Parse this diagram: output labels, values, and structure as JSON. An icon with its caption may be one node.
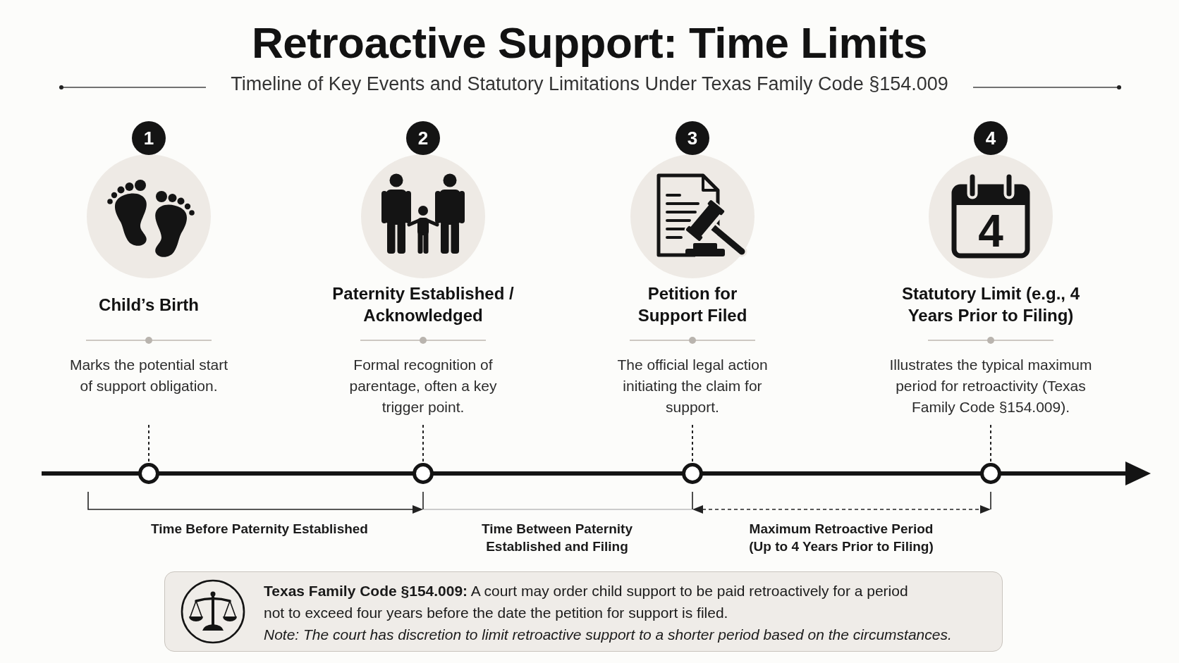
{
  "diagram": {
    "title": "Retroactive Support: Time Limits",
    "nodes": [
      {
        "text": [
          "1"
        ]
      },
      {
        "text": [
          "Child’s Birth",
          "Marks the potential start of support obligation."
        ]
      },
      {
        "text": [
          "2"
        ]
      },
      {
        "text": [
          "Paternity Established / Acknowledged",
          "Formal recognition of parentage, often a key trigger point."
        ]
      },
      {
        "text": [
          "3"
        ]
      },
      {
        "text": [
          "Petition for Support Filed",
          "The official legal action initiating the claim for support."
        ]
      },
      {
        "text": [
          "4"
        ]
      },
      {
        "text": [
          "Statutory Limit (e.g., 4 Years Prior to Filing)",
          "Illustrates the typical maximum period for retroactivity (Texas Family Code §154.009)."
        ]
      },
      {
        "text": [],
        "shape": "circle"
      },
      {
        "text": [],
        "shape": "circle"
      },
      {
        "text": [],
        "shape": "circle"
      },
      {
        "text": [],
        "shape": "circle"
      },
      {
        "text": [
          "**Texas Family Code §154.009:** A court may order child support to be paid retroactively for a period not to exceed four years before the date the petition for support is filed.",
          "Note: The court has discretion to limit retroactive support to a shorter period based on the circumstances."
        ]
      }
    ],
    "edges": [
      {
        "from": 1,
        "to": 8,
        "arrow": "none",
        "style": "dashed"
      },
      {
        "from": 3,
        "to": 9,
        "arrow": "none",
        "style": "dashed"
      },
      {
        "from": 5,
        "to": 10,
        "arrow": "none",
        "style": "dashed"
      },
      {
        "from": 7,
        "to": 11,
        "arrow": "none",
        "style": "dashed"
      }
    ],
    "labels": [
      "Timeline of Key Events and Statutory Limitations Under Texas Family Code §154.009",
      "4",
      "Time Before Paternity Established",
      "Time Between Paternity Established and Filing",
      "Maximum Retroactive Period (Up to 4 Years Prior to Filing)"
    ]
  }
}
